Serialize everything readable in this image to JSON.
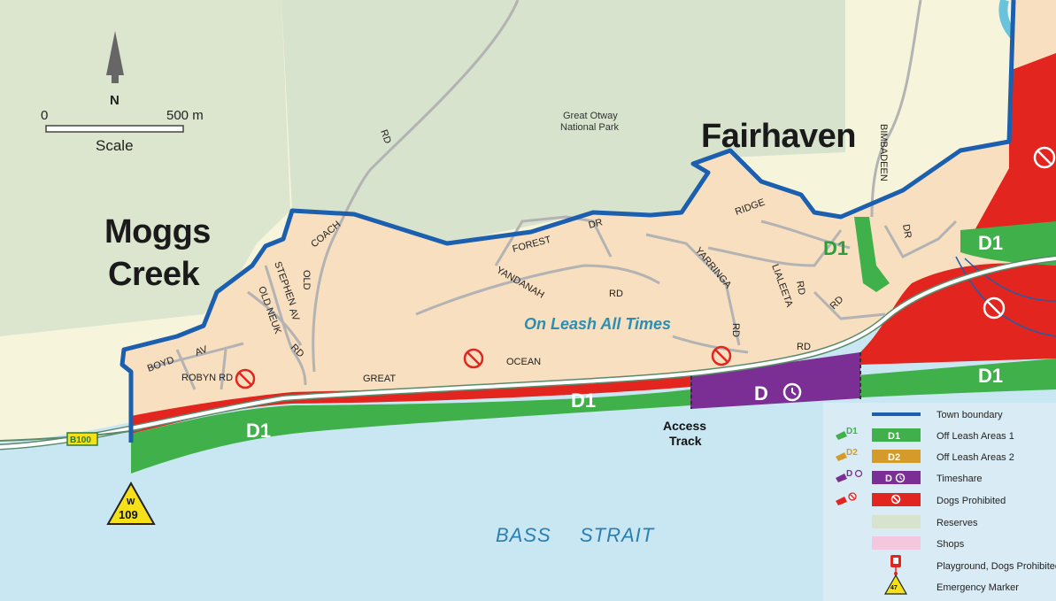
{
  "towns": {
    "fairhaven": "Fairhaven",
    "moggs_line1": "Moggs",
    "moggs_line2": "Creek"
  },
  "park": {
    "line1": "Great Otway",
    "line2": "National Park"
  },
  "scale": {
    "north": "N",
    "zero": "0",
    "distance": "500 m",
    "label": "Scale"
  },
  "roads": {
    "rd_top": "RD",
    "coach": "COACH",
    "stephen": "STEPHEN",
    "av1": "AV",
    "old1": "OLD",
    "old_neuk": "OLD NEUK",
    "rd_neuk": "RD",
    "boyd": "BOYD",
    "av_boyd": "AV",
    "robyn": "ROBYN RD",
    "forest": "FOREST",
    "dr_forest": "DR",
    "yandanah": "YANDANAH",
    "rd_yandanah": "RD",
    "yarringa": "YARRINGA",
    "rd_yarringa": "RD",
    "ridge": "RIDGE",
    "lialeeta": "LIALEETA",
    "rd_lialeeta": "RD",
    "rd_ridge": "RD",
    "bimbadeen": "BIMBADEEN",
    "dr_east": "DR",
    "great": "GREAT",
    "ocean": "OCEAN",
    "rd_ocean": "RD",
    "b100": "B100"
  },
  "zones": {
    "d1_west": "D1",
    "d1_mid": "D1",
    "d1_east": "D1",
    "d1_ridge": "D1",
    "d1_ne": "D1",
    "d_timeshare": "D"
  },
  "on_leash": "On Leash All Times",
  "access_line1": "Access",
  "access_line2": "Track",
  "sea_name": {
    "word1": "BASS",
    "word2": "STRAIT"
  },
  "emergency": {
    "top": "W",
    "num": "109"
  },
  "legend": {
    "items": [
      {
        "key": "town",
        "label": "Town boundary"
      },
      {
        "key": "d1",
        "badge_small": "D1",
        "badge": "D1",
        "label": "Off Leash Areas 1"
      },
      {
        "key": "d2",
        "badge_small": "D2",
        "badge": "D2",
        "label": "Off Leash Areas 2"
      },
      {
        "key": "dt",
        "badge_small": "D",
        "badge": "D",
        "label": "Timeshare"
      },
      {
        "key": "dp",
        "label": "Dogs Prohibited"
      },
      {
        "key": "res",
        "label": "Reserves"
      },
      {
        "key": "shop",
        "label": "Shops"
      },
      {
        "key": "play",
        "label": "Playground, Dogs Prohibited"
      },
      {
        "key": "em",
        "num": "47",
        "label": "Emergency Marker"
      }
    ]
  },
  "colors": {
    "sea": "#c9e6f3",
    "land": "#f7f4dc",
    "park": "#d7e3cd",
    "town_fill": "#f8dfc0",
    "boundary": "#1b5fae",
    "d1": "#3fb04a",
    "timeshare": "#7b2e93",
    "prohibited": "#e2261f",
    "d2": "#d49a2a",
    "shop": "#f5c7de",
    "marker": "#f5e01a"
  }
}
